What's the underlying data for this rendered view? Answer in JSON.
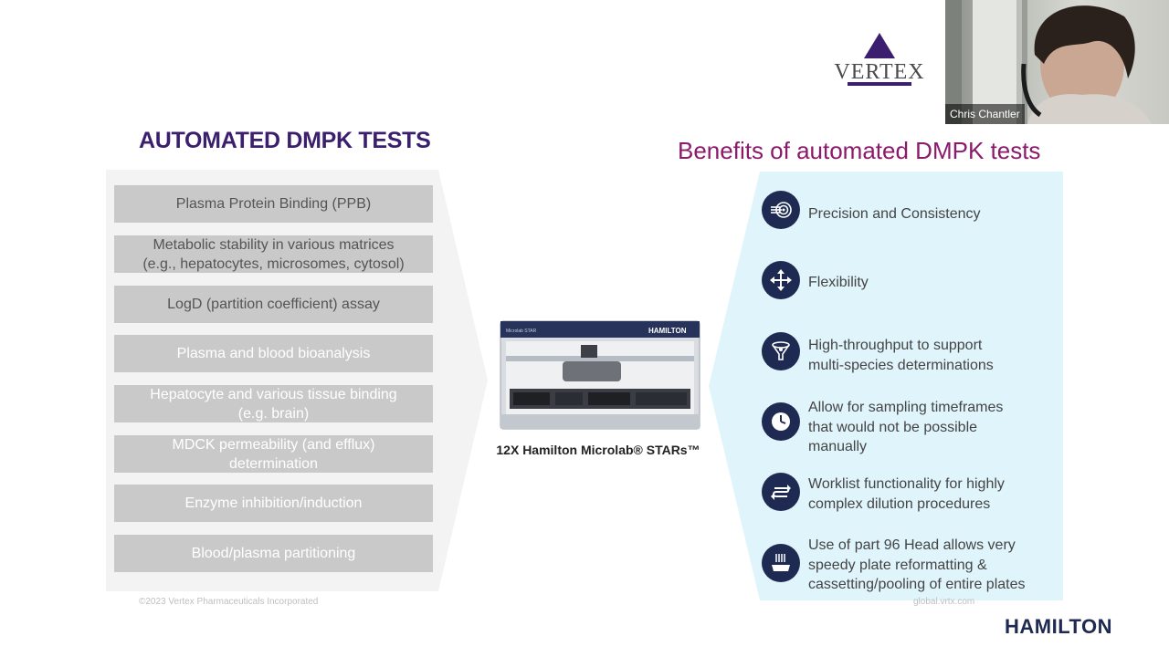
{
  "slide": {
    "left_title": "AUTOMATED DMPK TESTS",
    "tests": [
      {
        "line1": "Plasma Protein Binding (PPB)",
        "line2": ""
      },
      {
        "line1": "Metabolic stability in various matrices",
        "line2": "(e.g., hepatocytes, microsomes, cytosol)"
      },
      {
        "line1": "LogD (partition coefficient) assay",
        "line2": ""
      },
      {
        "line1": "Plasma and blood bioanalysis",
        "line2": ""
      },
      {
        "line1": "Hepatocyte and various tissue binding",
        "line2": "(e.g. brain)"
      },
      {
        "line1": "MDCK permeability (and efflux)",
        "line2": "determination"
      },
      {
        "line1": "Enzyme  inhibition/induction",
        "line2": ""
      },
      {
        "line1": "Blood/plasma partitioning",
        "line2": ""
      }
    ],
    "instrument": {
      "caption": "12X Hamilton Microlab® STARs™",
      "brand_label": "HAMILTON",
      "model_label": "Microlab STAR"
    },
    "right_title": "Benefits of automated DMPK tests",
    "benefits": [
      {
        "icon": "precision-icon",
        "lines": [
          "Precision and Consistency"
        ]
      },
      {
        "icon": "flexibility-arrows-icon",
        "lines": [
          "Flexibility"
        ]
      },
      {
        "icon": "funnel-throughput-icon",
        "lines": [
          "High-throughput  to support",
          "multi-species determinations"
        ]
      },
      {
        "icon": "clock-icon",
        "lines": [
          "Allow for sampling  timeframes",
          "that would not be possible",
          "manually"
        ]
      },
      {
        "icon": "worklist-arrows-icon",
        "lines": [
          "Worklist functionality for highly",
          "complex dilution procedures"
        ]
      },
      {
        "icon": "96-head-icon",
        "lines": [
          "Use of part 96 Head allows very",
          "speedy plate reformatting &",
          "cassetting/pooling of entire plates"
        ]
      }
    ],
    "footer": {
      "copyright": "©2023 Vertex Pharmaceuticals Incorporated",
      "url": "global.vrtx.com"
    },
    "logos": {
      "vertex": "VERTEX",
      "hamilton": "HAMILTON"
    },
    "colors": {
      "title_purple": "#3b1f6e",
      "benefits_magenta": "#8b1a6b",
      "panel_cyan": "#dff4fb",
      "icon_navy": "#1f2a52",
      "test_gray": "#c9c9c9"
    }
  },
  "video": {
    "participant_name": "Chris Chantler"
  }
}
